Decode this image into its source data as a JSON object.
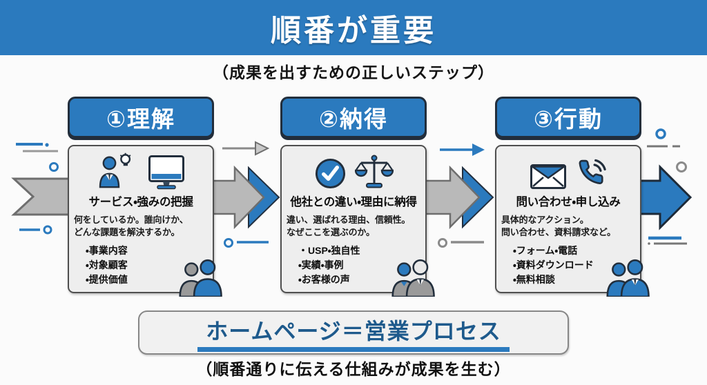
{
  "palette": {
    "primary_blue": "#2b7abe",
    "outline_dark": "#222e3c",
    "arrow_gray": "#b9b9b9",
    "arrow_gray_stroke": "#6e6e6e",
    "card_bg": "#eeeeee",
    "footer_text_blue": "#1e5a8c",
    "person_gray": "#9a9a9a"
  },
  "banner": {
    "title": "順番が重要"
  },
  "subtitle": "（成果を出すための正しいステップ）",
  "cards": [
    {
      "badge": "①理解",
      "title": "サービス・強みの把握",
      "desc_line1": "何をしているか。誰向けか、",
      "desc_line2": "どんな課題を解決するか。",
      "bullets": [
        "・事業内容",
        "・対象顧客",
        "・提供価値"
      ],
      "icon_names": [
        "businessman-idea-icon",
        "monitor-icon",
        "people-icon"
      ]
    },
    {
      "badge": "②納得",
      "title": "他社との違い・理由に納得",
      "desc_line1": "違い、選ばれる理由、信頼性。",
      "desc_line2": "なぜここを選ぶのか。",
      "bullets": [
        "・USP・独自性",
        "・実績・事例",
        "・お客様の声"
      ],
      "icon_names": [
        "check-circle-icon",
        "scales-icon",
        "people-icon"
      ]
    },
    {
      "badge": "③行動",
      "title": "問い合わせ・申し込み",
      "desc_line1": "具体的なアクション。",
      "desc_line2": "問い合わせ、資料請求など。",
      "bullets": [
        "・フォーム・電話",
        "・資料ダウンロード",
        "・無料相談"
      ],
      "icon_names": [
        "envelope-icon",
        "phone-icon",
        "people-icon"
      ]
    }
  ],
  "footer": {
    "box_text": "ホームページ＝営業プロセス",
    "caption": "（順番通りに伝える仕組みが成果を生む）"
  }
}
